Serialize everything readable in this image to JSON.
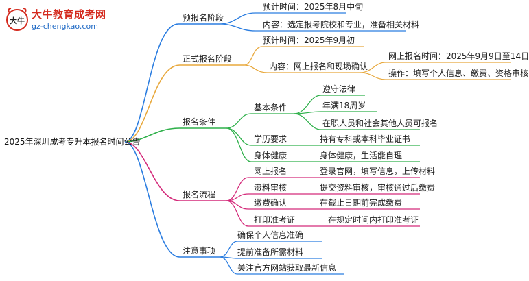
{
  "logo": {
    "title": "大牛教育成考网",
    "url": "gz-chengkao.com",
    "mark_text": "大牛"
  },
  "colors": {
    "blue": "#2b7de0",
    "orange": "#e8a83c",
    "green": "#2eb04a",
    "magenta": "#d42a7a"
  },
  "mindmap": {
    "root": "2025年深圳成考专升本报名时间公告",
    "branches": [
      {
        "label": "预报名阶段",
        "children": [
          {
            "label": "预计时间：2025年8月中旬"
          },
          {
            "label": "内容：选定报考院校和专业，准备相关材料"
          }
        ]
      },
      {
        "label": "正式报名阶段",
        "children": [
          {
            "label": "预计时间：2025年9月初"
          },
          {
            "label": "内容：网上报名和现场确认",
            "children": [
              {
                "label": "网上报名时间：2025年9月9日至14日"
              },
              {
                "label": "操作：填写个人信息、缴费、资格审核"
              }
            ]
          }
        ]
      },
      {
        "label": "报名条件",
        "children": [
          {
            "label": "基本条件",
            "children": [
              {
                "label": "遵守法律"
              },
              {
                "label": "年满18周岁"
              },
              {
                "label": "在职人员和社会其他人员可报名"
              }
            ]
          },
          {
            "label": "学历要求",
            "children": [
              {
                "label": "持有专科或本科毕业证书"
              }
            ]
          },
          {
            "label": "身体健康",
            "children": [
              {
                "label": "身体健康，生活能自理"
              }
            ]
          }
        ]
      },
      {
        "label": "报名流程",
        "children": [
          {
            "label": "网上报名",
            "children": [
              {
                "label": "登录官网，填写信息，上传材料"
              }
            ]
          },
          {
            "label": "资料审核",
            "children": [
              {
                "label": "提交资料审核，审核通过后缴费"
              }
            ]
          },
          {
            "label": "缴费确认",
            "children": [
              {
                "label": "在截止日期前完成缴费"
              }
            ]
          },
          {
            "label": "打印准考证",
            "children": [
              {
                "label": "在规定时间内打印准考证"
              }
            ]
          }
        ]
      },
      {
        "label": "注意事项",
        "children": [
          {
            "label": "确保个人信息准确"
          },
          {
            "label": "提前准备所需材料"
          },
          {
            "label": "关注官方网站获取最新信息"
          }
        ]
      }
    ]
  }
}
